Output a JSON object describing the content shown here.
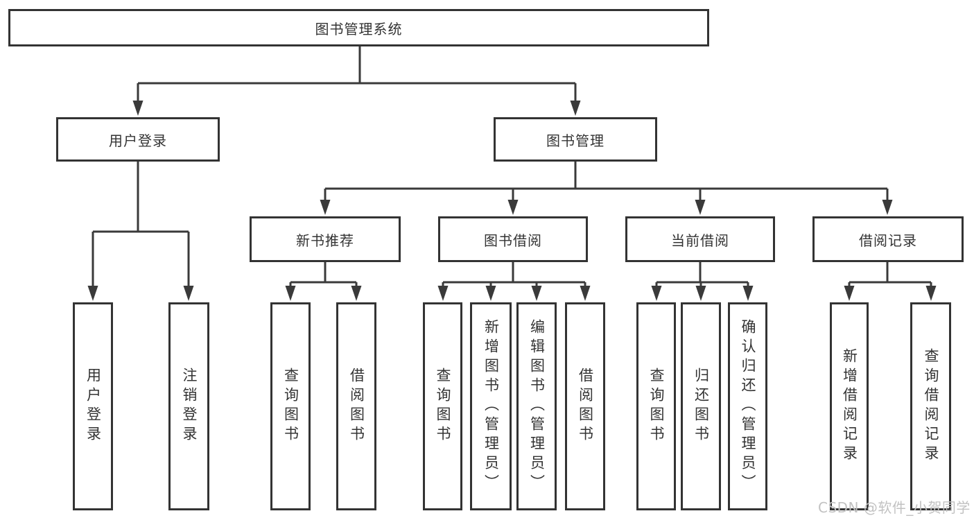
{
  "diagram": {
    "watermark": "CSDN @软件_小贺同学",
    "colors": {
      "line": "#3a3a3a",
      "box_border": "#333333",
      "text": "#333333",
      "background": "#ffffff",
      "watermark": "#c2c2c2"
    },
    "tree": {
      "root": {
        "label": "图书管理系统",
        "children": [
          {
            "label": "用户登录",
            "children": [
              {
                "label": "用户登录"
              },
              {
                "label": "注销登录"
              }
            ]
          },
          {
            "label": "图书管理",
            "children": [
              {
                "label": "新书推荐",
                "children": [
                  {
                    "label": "查询图书"
                  },
                  {
                    "label": "借阅图书"
                  }
                ]
              },
              {
                "label": "图书借阅",
                "children": [
                  {
                    "label": "查询图书"
                  },
                  {
                    "label": "新增图书（管理员）"
                  },
                  {
                    "label": "编辑图书（管理员）"
                  },
                  {
                    "label": "借阅图书"
                  }
                ]
              },
              {
                "label": "当前借阅",
                "children": [
                  {
                    "label": "查询图书"
                  },
                  {
                    "label": "归还图书"
                  },
                  {
                    "label": "确认归还（管理员）"
                  }
                ]
              },
              {
                "label": "借阅记录",
                "children": [
                  {
                    "label": "新增借阅记录"
                  },
                  {
                    "label": "查询借阅记录"
                  }
                ]
              }
            ]
          }
        ]
      }
    }
  }
}
